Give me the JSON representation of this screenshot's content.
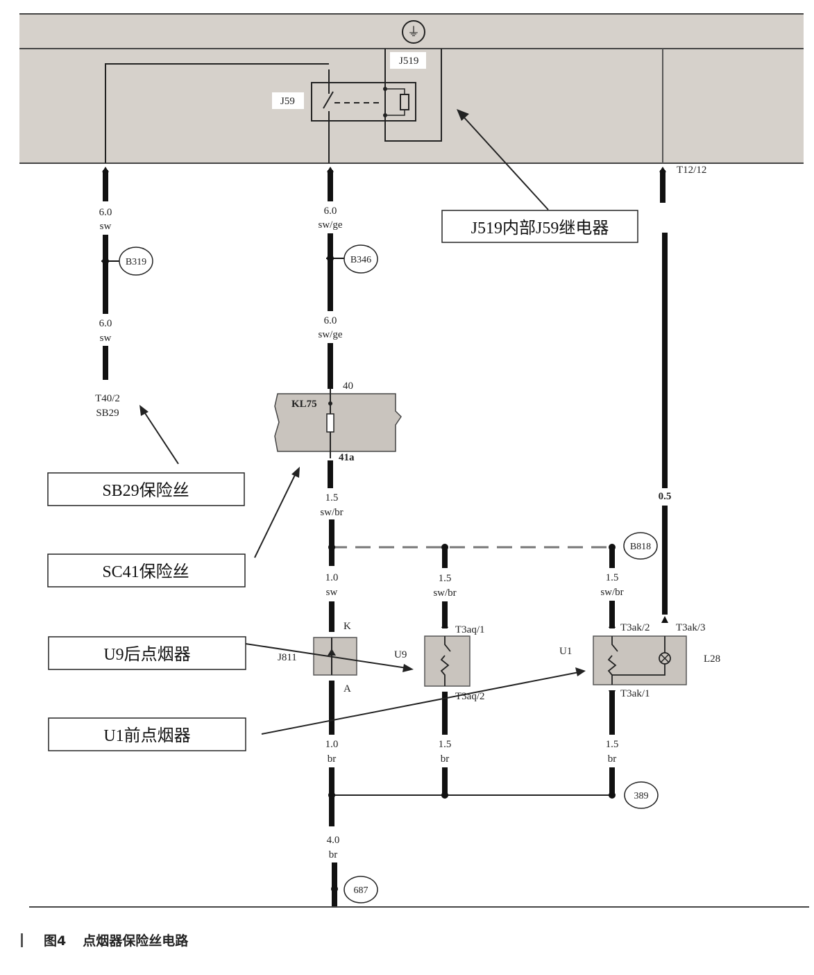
{
  "relay": {
    "j519": "J519",
    "j59": "J59"
  },
  "terminals": {
    "t12_12": "T12/12"
  },
  "callouts": {
    "j519": "J519内部J59继电器",
    "sb29": "SB29保险丝",
    "sc41": "SC41保险丝",
    "u9": "U9后点烟器",
    "u1": "U1前点烟器"
  },
  "wire_left": {
    "size1": "6.0",
    "color1": "sw",
    "splice": "B319",
    "size2": "6.0",
    "color2": "sw",
    "term1": "T40/2",
    "term2": "SB29"
  },
  "wire_mid": {
    "size1": "6.0",
    "color1": "sw/ge",
    "splice": "B346",
    "size2": "6.0",
    "color2": "sw/ge",
    "pin_in": "40",
    "kl75": "KL75",
    "pin_out": "41a"
  },
  "wire_mid2": {
    "size": "1.5",
    "color": "sw/br"
  },
  "wire_right": {
    "size": "0.5",
    "splice": "B818"
  },
  "branch1": {
    "size": "1.0",
    "color": "sw",
    "pin_top": "K",
    "comp": "J811",
    "pin_bot": "A",
    "size_b": "1.0",
    "color_b": "br"
  },
  "branch2": {
    "size": "1.5",
    "color": "sw/br",
    "pin_top": "T3aq/1",
    "comp": "U9",
    "pin_bot": "T3aq/2",
    "size_b": "1.5",
    "color_b": "br"
  },
  "branch3": {
    "size": "1.5",
    "color": "sw/br",
    "pin_top": "T3ak/2",
    "pin_top2": "T3ak/3",
    "comp": "U1",
    "lamp": "L28",
    "pin_bot": "T3ak/1",
    "size_b": "1.5",
    "color_b": "br"
  },
  "ground": {
    "splice389": "389",
    "size": "4.0",
    "color": "br",
    "point": "687"
  },
  "caption": {
    "number": "图4",
    "title": "点烟器保险丝电路"
  },
  "colors": {
    "band": "#d6d1cb",
    "wire": "#111111",
    "box": "#c9c4be"
  }
}
